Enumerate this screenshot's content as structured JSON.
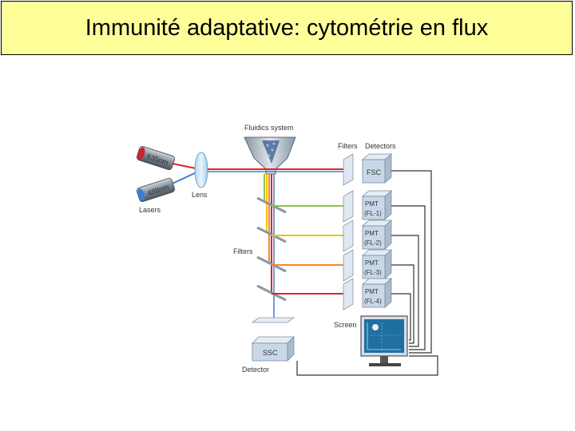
{
  "title": "Immunité adaptative: cytométrie en flux",
  "colors": {
    "title_bg": "#ffff99",
    "red_laser": "#d9262b",
    "blue_laser": "#3a7fd5",
    "green": "#8cc63f",
    "yellow": "#f2c200",
    "orange": "#f08a24",
    "box_fill": "#c9d8e8",
    "screen": "#1f6fa3"
  },
  "diagram": {
    "fluidics_label": "Fluidics system",
    "laser_635": "635nm",
    "laser_488": "488nm",
    "lasers_label": "Lasers",
    "lens_label": "Lens",
    "filters_top_label": "Filters",
    "detectors_label": "Detectors",
    "filters_mid_label": "Filters",
    "screen_label": "Screen",
    "detector_bottom_label": "Detector",
    "fsc": "FSC",
    "ssc": "SSC",
    "pmts": [
      {
        "line1": "PMT",
        "line2": "(FL-1)"
      },
      {
        "line1": "PMT",
        "line2": "(FL-2)"
      },
      {
        "line1": "PMT",
        "line2": "(FL-3)"
      },
      {
        "line1": "PMT",
        "line2": "(FL-4)"
      }
    ]
  }
}
